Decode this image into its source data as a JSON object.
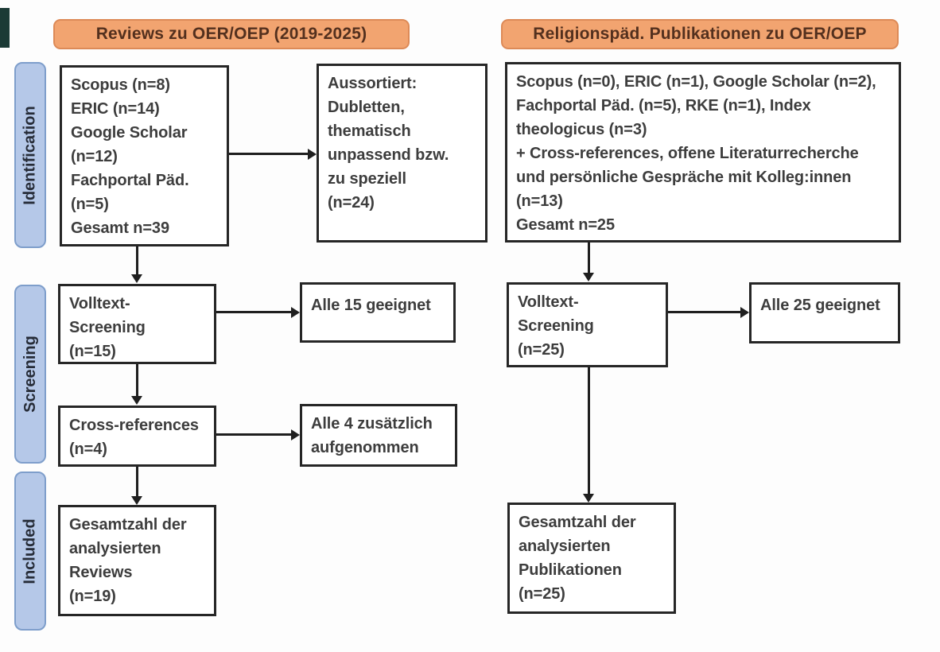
{
  "stages": {
    "identification": "Identification",
    "screening": "Screening",
    "included": "Included"
  },
  "left_column": {
    "header": "Reviews zu OER/OEP (2019-2025)",
    "sources": "Scopus (n=8)\nERIC (n=14)\nGoogle Scholar\n(n=12)\nFachportal Päd.\n(n=5)\nGesamt n=39",
    "excluded": "Aussortiert:\nDubletten,\nthematisch\nunpassend bzw.\nzu speziell\n(n=24)",
    "screening": "Volltext-\nScreening\n(n=15)",
    "screening_result": "Alle 15 geeignet",
    "cross_references": "Cross-references\n(n=4)",
    "cross_references_result": "Alle 4 zusätzlich\naufgenommen",
    "included": "Gesamtzahl der\nanalysierten\nReviews\n(n=19)"
  },
  "right_column": {
    "header": "Religionspäd. Publikationen zu OER/OEP",
    "sources": "Scopus (n=0), ERIC (n=1), Google Scholar (n=2),\nFachportal Päd. (n=5), RKE (n=1), Index\ntheologicus (n=3)\n+ Cross-references, offene Literaturrecherche\nund persönliche Gespräche mit Kolleg:innen\n(n=13)\nGesamt n=25",
    "screening": "Volltext-\nScreening\n(n=25)",
    "screening_result": "Alle 25 geeignet",
    "included": "Gesamtzahl der\nanalysierten\nPublikationen\n(n=25)"
  },
  "colors": {
    "header_fill": "#f2a470",
    "header_border": "#dd8a57",
    "header_text": "#53301e",
    "stage_fill": "#b5c8e8",
    "stage_border": "#7e9ecb",
    "stage_text": "#262c38",
    "box_border": "#262626",
    "box_text": "#3d3d3d",
    "arrow": "#1f1f1f",
    "bg": "#fdfdfd"
  }
}
